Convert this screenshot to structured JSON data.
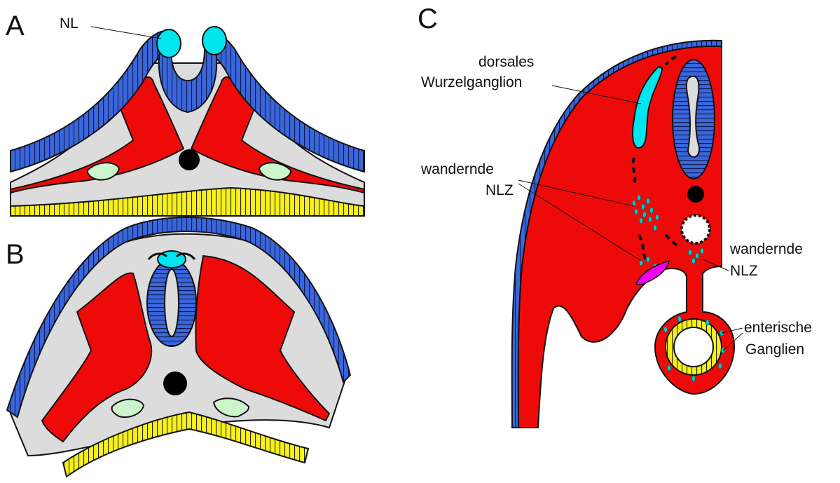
{
  "panels": {
    "a": {
      "letter": "A",
      "label_nl": "NL"
    },
    "b": {
      "letter": "B"
    },
    "c": {
      "letter": "C",
      "label_drg_line1": "dorsales",
      "label_drg_line2": "Wurzelganglion",
      "label_mig1_line1": "wandernde",
      "label_mig1_line2": "NLZ",
      "label_mig2_line1": "wandernde",
      "label_mig2_line2": "NLZ",
      "label_ent_line1": "enterische",
      "label_ent_line2": "Ganglien"
    }
  },
  "colors": {
    "ectoderm": "#3a66d9",
    "neural_crest": "#00e5ee",
    "mesoderm": "#ef0a0a",
    "mesenchyme": "#dcdcdc",
    "notochord": "#000000",
    "somite_vesicle": "#ccf5cc",
    "endoderm": "#f7f01a",
    "sympathetic": "#ee00ee"
  }
}
